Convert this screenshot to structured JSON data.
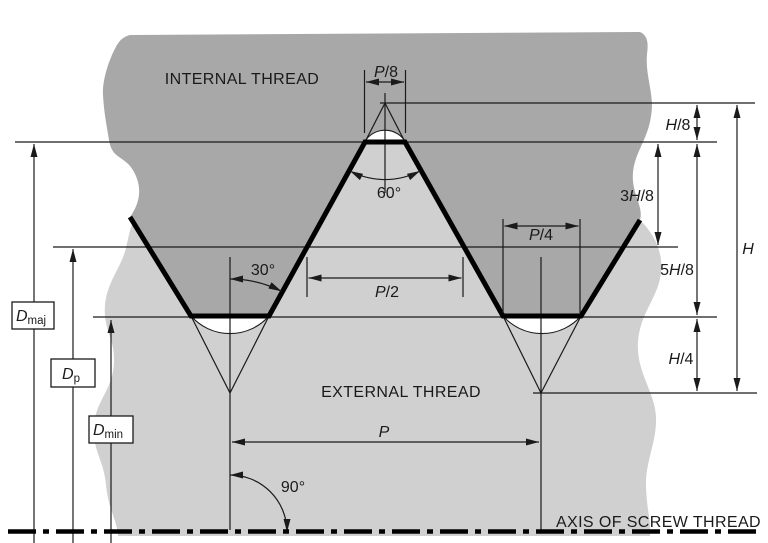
{
  "title": "Screw thread basic profile diagram",
  "colors": {
    "internal_fill": "#a8a8a8",
    "external_fill": "#d0d0d0",
    "line": "#1a1a1a",
    "background": "#ffffff"
  },
  "regions": {
    "internal_label": "INTERNAL THREAD",
    "external_label": "EXTERNAL THREAD",
    "axis_label": "AXIS OF SCREW THREAD"
  },
  "dimensions": {
    "p8": {
      "pre": "",
      "sym": "P",
      "suf": "/8"
    },
    "p4": {
      "pre": "",
      "sym": "P",
      "suf": "/4"
    },
    "p2": {
      "pre": "",
      "sym": "P",
      "suf": "/2"
    },
    "p": {
      "pre": "",
      "sym": "P",
      "suf": ""
    },
    "h8": {
      "pre": "",
      "sym": "H",
      "suf": "/8"
    },
    "h38": {
      "pre": "3",
      "sym": "H",
      "suf": "/8"
    },
    "h58": {
      "pre": "5",
      "sym": "H",
      "suf": "/8"
    },
    "h4": {
      "pre": "",
      "sym": "H",
      "suf": "/4"
    },
    "h": {
      "pre": "",
      "sym": "H",
      "suf": ""
    },
    "angle_60": "60°",
    "angle_30": "30°",
    "angle_90": "90°",
    "d_maj": {
      "sym": "D",
      "sub": "maj"
    },
    "d_p": {
      "sym": "D",
      "sub": "p"
    },
    "d_min": {
      "sym": "D",
      "sub": "min"
    }
  }
}
